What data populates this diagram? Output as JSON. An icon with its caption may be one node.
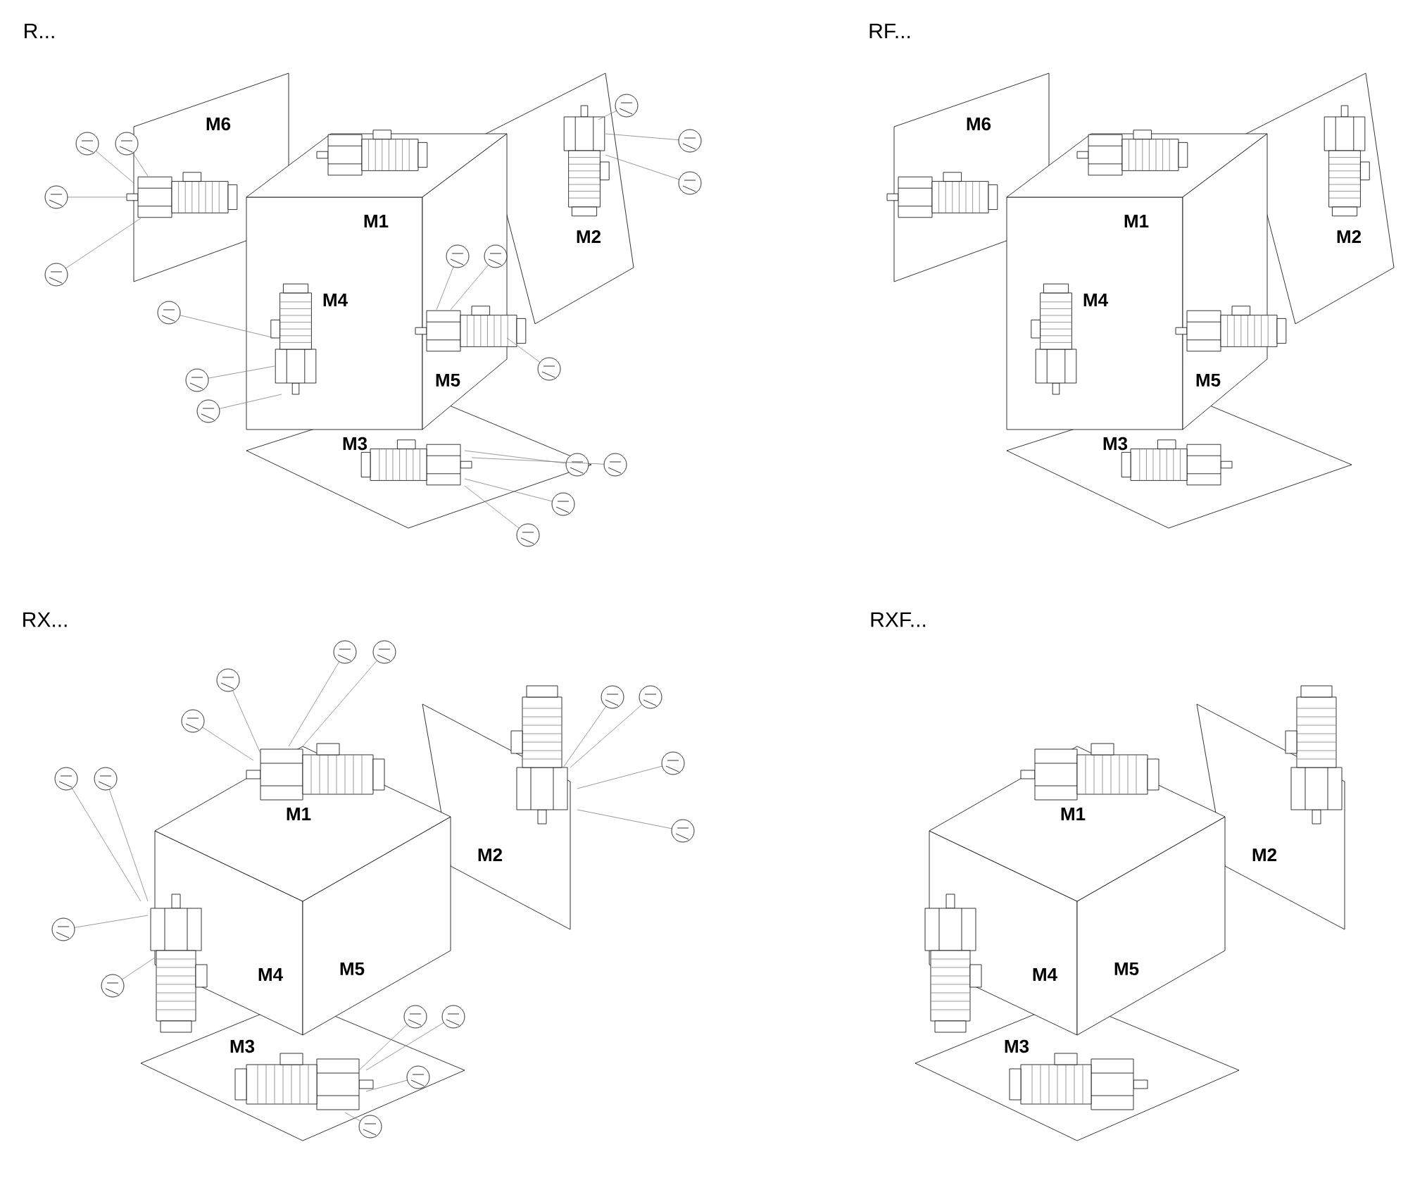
{
  "diagram": {
    "labels": [
      "R...",
      "M6",
      "M1",
      "M2",
      "M4",
      "M5",
      "M3",
      "RF...",
      "M6",
      "M1",
      "M2",
      "M4",
      "M5",
      "M3",
      "RX...",
      "M1",
      "M2",
      "M4",
      "M5",
      "M3",
      "RXF...",
      "M1",
      "M2",
      "M4",
      "M5",
      "M3"
    ]
  }
}
